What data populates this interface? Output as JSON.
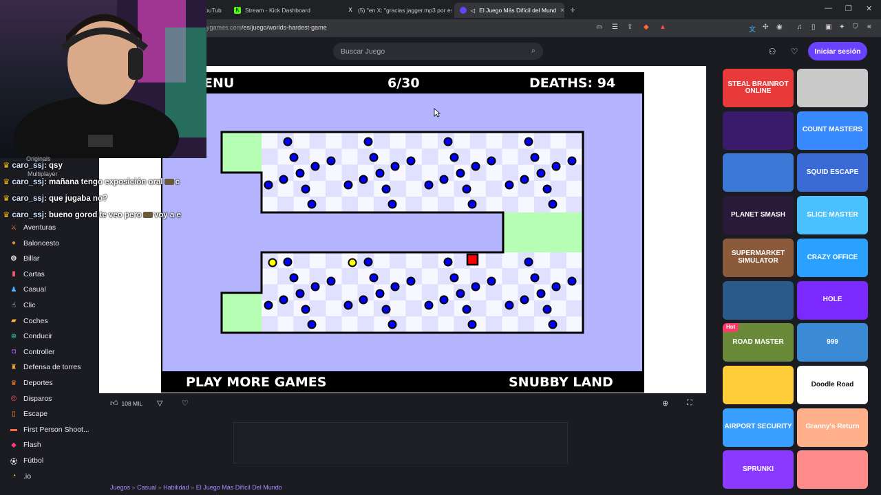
{
  "browser": {
    "tabs": [
      {
        "label": "ouTub",
        "icon": "youtube-icon"
      },
      {
        "label": "Stream - Kick Dashboard",
        "icon": "kick-icon"
      },
      {
        "label": "(5) \"en X: \"gracias jagger.mp3 por es",
        "icon": "x-icon"
      },
      {
        "label": "El Juego Más Difícil del Mund",
        "icon": "poki-icon",
        "active": true
      }
    ],
    "new_tab_label": "+",
    "close_tab_label": "×",
    "url_dim": "ygames.com",
    "url_path": "/es/juego/worlds-hardest-game"
  },
  "header": {
    "search_placeholder": "Buscar Juego",
    "login_label": "Iniciar sesión"
  },
  "sidebar": {
    "ghost_top": "Originals",
    "ghost_mid": "Multiplayer",
    "items": [
      {
        "label": "Aventuras",
        "icon": "sword-icon",
        "color": "#f1683a"
      },
      {
        "label": "Baloncesto",
        "icon": "basketball-icon",
        "color": "#f08a2a"
      },
      {
        "label": "Billar",
        "icon": "billiard-ball-icon",
        "color": "#e8e8e8"
      },
      {
        "label": "Cartas",
        "icon": "cards-icon",
        "color": "#ff5a6a"
      },
      {
        "label": "Casual",
        "icon": "casual-icon",
        "color": "#4ab8ff"
      },
      {
        "label": "Clic",
        "icon": "pointer-icon",
        "color": "#ffffff"
      },
      {
        "label": "Coches",
        "icon": "car-icon",
        "color": "#ffb03a"
      },
      {
        "label": "Conducir",
        "icon": "steering-icon",
        "color": "#3ad6b8"
      },
      {
        "label": "Controller",
        "icon": "gamepad-icon",
        "color": "#b060ff"
      },
      {
        "label": "Defensa de torres",
        "icon": "tower-icon",
        "color": "#ffb03a"
      },
      {
        "label": "Deportes",
        "icon": "trophy-icon",
        "color": "#ff7a2a"
      },
      {
        "label": "Disparos",
        "icon": "target-icon",
        "color": "#ff4a6a"
      },
      {
        "label": "Escape",
        "icon": "door-icon",
        "color": "#ff8a3a"
      },
      {
        "label": "First Person Shoot...",
        "icon": "gun-icon",
        "color": "#ff6a3a"
      },
      {
        "label": "Flash",
        "icon": "flash-icon",
        "color": "#ff3a7a"
      },
      {
        "label": "Fútbol",
        "icon": "soccer-icon",
        "color": "#ffffff"
      },
      {
        "label": ".io",
        "icon": "io-icon",
        "color": "#ffd23a"
      }
    ]
  },
  "chat": [
    {
      "user": "caro_ssj",
      "message": ": qsy"
    },
    {
      "user": "caro_ssj",
      "message": ": mañana tengo exposición oral",
      "trailing": "c"
    },
    {
      "user": "caro_ssj",
      "message": ": que jugaba no?"
    },
    {
      "user": "caro_ssj",
      "message": ": bueno gorod te veo pero",
      "trailing": "voy a e"
    }
  ],
  "game": {
    "menu_label": "ENU",
    "level": "6/30",
    "deaths": "DEATHS: 94",
    "bottom_left": "PLAY MORE GAMES",
    "bottom_right": "SNUBBY LAND",
    "colors": {
      "field": "#b4b4fe",
      "safe": "#b5feb4",
      "enemy": "#0000ff",
      "player": "#ff0000",
      "coin": "#ffff00"
    }
  },
  "controls": {
    "likes": "108 MIL"
  },
  "breadcrumb": [
    "Juegos",
    "Casual",
    "Habilidad",
    "El Juego Más Difícil Del Mundo"
  ],
  "breadcrumb_sep": "»",
  "thumbnails": [
    {
      "label": "STEAL BRAINROT ONLINE",
      "color": "#e83a3a"
    },
    {
      "label": "",
      "color": "#c9c9c9"
    },
    {
      "label": "",
      "color": "#3a1a6a"
    },
    {
      "label": "COUNT MASTERS",
      "color": "#3a8aff"
    },
    {
      "label": "",
      "color": "#3a7ad6"
    },
    {
      "label": "SQUID ESCAPE",
      "color": "#3a6ad6"
    },
    {
      "label": "PLANET SMASH",
      "color": "#2a1a3a"
    },
    {
      "label": "SLICE MASTER",
      "color": "#4ac0ff"
    },
    {
      "label": "SUPERMARKET SIMULATOR",
      "color": "#8a5a3a"
    },
    {
      "label": "CRAZY OFFICE",
      "color": "#2aa0ff"
    },
    {
      "label": "",
      "color": "#2a5a8a"
    },
    {
      "label": "HOLE",
      "color": "#7a2aff"
    },
    {
      "label": "ROAD MASTER",
      "color": "#6a8a3a",
      "badge": "Hot"
    },
    {
      "label": "999",
      "color": "#3a8ad6"
    },
    {
      "label": "",
      "color": "#ffcc3a"
    },
    {
      "label": "Doodle Road",
      "color": "#ffffff"
    },
    {
      "label": "AIRPORT SECURITY",
      "color": "#3aa0ff"
    },
    {
      "label": "Granny's Return",
      "color": "#ffb08a"
    },
    {
      "label": "SPRUNKI",
      "color": "#8a3aff"
    },
    {
      "label": "",
      "color": "#ff8a8a"
    }
  ]
}
